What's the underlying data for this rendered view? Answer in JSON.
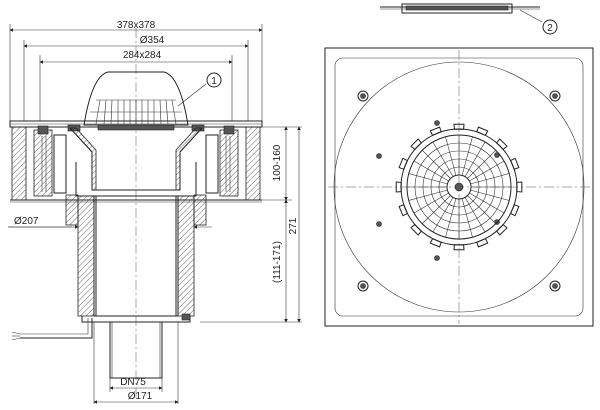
{
  "dimensions": {
    "flange_square": "378x378",
    "flange_diameter": "Ø354",
    "grate_square": "284x284",
    "body_diameter": "Ø207",
    "total_height": "271",
    "upper_range": "100-160",
    "lower_range": "(111-171)",
    "outlet": "DN75",
    "base_diameter": "Ø171"
  },
  "callouts": {
    "grate_callout": "1",
    "plate_callout": "2"
  }
}
